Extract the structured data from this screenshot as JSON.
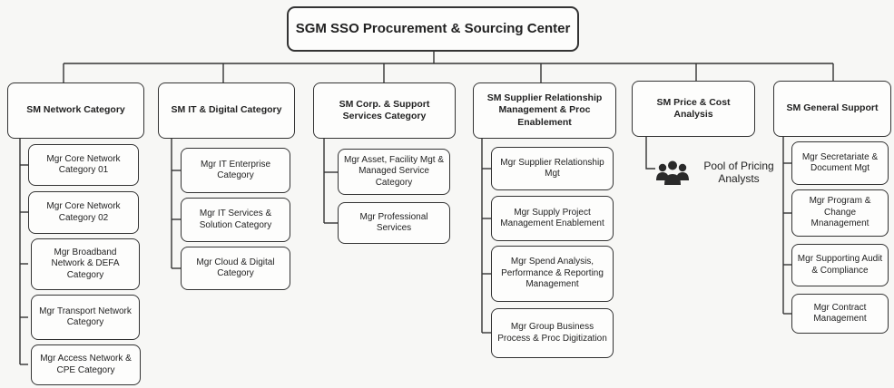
{
  "root": "SGM SSO Procurement & Sourcing Center",
  "departments": [
    {
      "head": "SM Network Category",
      "managers": [
        "Mgr Core Network Category 01",
        "Mgr Core Network Category 02",
        "Mgr Broadband Network & DEFA Category",
        "Mgr Transport Network Category",
        "Mgr Access Network & CPE Category"
      ]
    },
    {
      "head": "SM IT & Digital Category",
      "managers": [
        "Mgr IT Enterprise Category",
        "Mgr IT Services & Solution Category",
        "Mgr Cloud & Digital Category"
      ]
    },
    {
      "head": "SM Corp. & Support Services Category",
      "managers": [
        "Mgr Asset, Facility Mgt & Managed Service Category",
        "Mgr Professional Services"
      ]
    },
    {
      "head": "SM Supplier Relationship Management & Proc Enablement",
      "managers": [
        "Mgr Supplier Relationship Mgt",
        "Mgr Supply Project Management Enablement",
        "Mgr Spend Analysis, Performance & Reporting Management",
        "Mgr Group Business Process & Proc Digitization"
      ]
    },
    {
      "head": "SM Price & Cost Analysis",
      "managers": []
    },
    {
      "head": "SM General Support",
      "managers": [
        "Mgr Secretariate & Document Mgt",
        "Mgr Program & Change Mnanagement",
        "Mgr Supporting Audit & Compliance",
        "Mgr Contract Management"
      ]
    }
  ],
  "pool": {
    "icon": "people-group-icon",
    "label": "Pool of Pricing Analysts"
  },
  "colors": {
    "line": "#333333",
    "box_border": "#333333",
    "background": "#f7f7f5"
  }
}
